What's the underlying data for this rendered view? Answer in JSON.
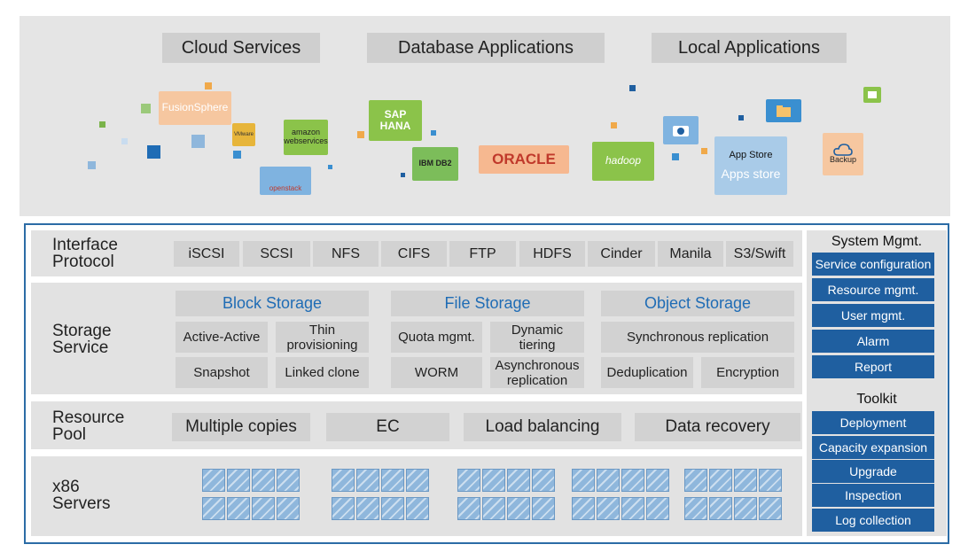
{
  "app_categories": [
    "Cloud Services",
    "Database Applications",
    "Local Applications"
  ],
  "app_logos": {
    "fusionsphere": "FusionSphere",
    "vmware": "VMware",
    "amazon": "amazon webservices",
    "openstack": "openstack",
    "sap_hana": "SAP HANA",
    "ibm_db2": "IBM DB2",
    "oracle": "ORACLE",
    "hadoop": "hadoop",
    "app_store": "App Store",
    "apps_store": "Apps store",
    "backup": "Backup"
  },
  "rows": {
    "interface_protocol": "Interface Protocol",
    "storage_service": "Storage Service",
    "resource_pool": "Resource Pool",
    "x86_servers": "x86 Servers"
  },
  "protocols": [
    "iSCSI",
    "SCSI",
    "NFS",
    "CIFS",
    "FTP",
    "HDFS",
    "Cinder",
    "Manila",
    "S3/Swift"
  ],
  "storage": {
    "block": {
      "title": "Block Storage",
      "features": [
        "Active-Active",
        "Thin provisioning",
        "Snapshot",
        "Linked clone"
      ]
    },
    "file": {
      "title": "File Storage",
      "features": [
        "Quota mgmt.",
        "Dynamic tiering",
        "WORM",
        "Asynchronous replication"
      ]
    },
    "object": {
      "title": "Object Storage",
      "features": [
        "Synchronous replication",
        "Deduplication",
        "Encryption"
      ]
    }
  },
  "resource_pool_items": [
    "Multiple copies",
    "EC",
    "Load balancing",
    "Data recovery"
  ],
  "system_mgmt": {
    "title": "System Mgmt.",
    "items": [
      "Service configuration",
      "Resource mgmt.",
      "User mgmt.",
      "Alarm",
      "Report"
    ]
  },
  "toolkit": {
    "title": "Toolkit",
    "items": [
      "Deployment",
      "Capacity expansion",
      "Upgrade",
      "Inspection",
      "Log collection"
    ]
  },
  "colors": {
    "accent_blue": "#1f5fa0",
    "service_title_blue": "#1f6cb5",
    "frame_border": "#2c6ca6"
  }
}
